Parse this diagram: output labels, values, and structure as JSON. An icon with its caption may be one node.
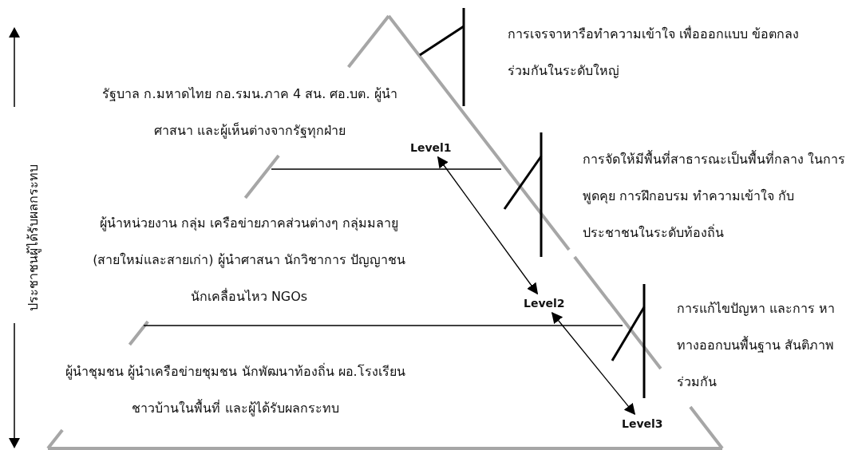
{
  "diagram": {
    "nodes": [
      {
        "text": [
          "Level1"
        ]
      },
      {
        "text": [
          "Level2"
        ]
      },
      {
        "text": [
          "Level3"
        ]
      }
    ],
    "edges": [
      {
        "from": 0,
        "to": 1,
        "arrow": "both"
      },
      {
        "from": 1,
        "to": 2,
        "arrow": "both"
      }
    ],
    "labels": [
      "ประชาชนผู้ได้รับผลกระทบ",
      "การเจรจาหารือทำความเข้าใจ เพื่อออกแบบ ข้อตกลงร่วมกันในระดับใหญ่",
      "รัฐบาล ก.มหาดไทย กอ.รมน.ภาค 4 สน. ศอ.บต. ผู้นำศาสนา และผู้เห็นต่างจากรัฐทุกฝ่าย",
      "การจัดให้มีพื้นที่สาธารณะเป็นพื้นที่กลาง ในการพูดคุย การฝึกอบรม ทำความเข้าใจ กับประชาชนในระดับท้องถิ่น",
      "ผู้นำหน่วยงาน กลุ่ม เครือข่ายภาคส่วนต่างๆ กลุ่มมลายู (สายใหม่และสายเก่า) ผู้นำศาสนา นักวิชาการ ปัญญาชน นักเคลื่อนไหว  NGOs",
      "การแก้ไขปัญหา และการ หาทางออกบนพื้นฐาน สันติภาพร่วมกัน",
      "ผู้นำชุมชน ผู้นำเครือข่ายชุมชน นักพัฒนาท้องถิ่น ผอ.โรงเรียน ชาวบ้านในพื้นที่ และผู้ได้รับผลกระทบ"
    ]
  }
}
